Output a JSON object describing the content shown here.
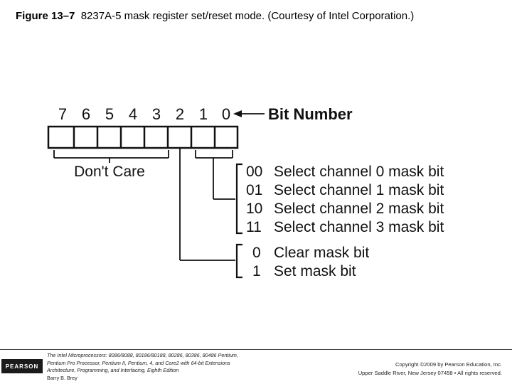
{
  "title": {
    "figure": "Figure 13–7",
    "caption": "8237A-5 mask register set/reset mode. (Courtesy of Intel Corporation.)"
  },
  "diagram": {
    "bit_numbers": [
      "7",
      "6",
      "5",
      "4",
      "3",
      "2",
      "1",
      "0"
    ],
    "bit_label": "Bit Number",
    "dont_care": "Don't Care",
    "channel_options": [
      {
        "code": "00",
        "text": "Select channel 0 mask bit"
      },
      {
        "code": "01",
        "text": "Select channel 1 mask bit"
      },
      {
        "code": "10",
        "text": "Select channel 2 mask bit"
      },
      {
        "code": "11",
        "text": "Select channel 3 mask bit"
      }
    ],
    "mask_options": [
      {
        "code": "0",
        "text": "Clear mask bit"
      },
      {
        "code": "1",
        "text": "Set mask bit"
      }
    ]
  },
  "footer": {
    "logo": "PEARSON",
    "book_lines": [
      "The Intel Microprocessors: 8086/8088, 80186/80188, 80286, 80386, 80486 Pentium,",
      "Pentium Pro Processor, Pentium II, Pentium, 4, and Core2 with 64-bit Extensions",
      "Architecture, Programming, and Interfacing, Eighth Edition",
      "Barry B. Brey"
    ],
    "copyright_lines": [
      "Copyright ©2009 by Pearson Education, Inc.",
      "Upper Saddle River, New Jersey 07458 • All rights reserved."
    ]
  }
}
